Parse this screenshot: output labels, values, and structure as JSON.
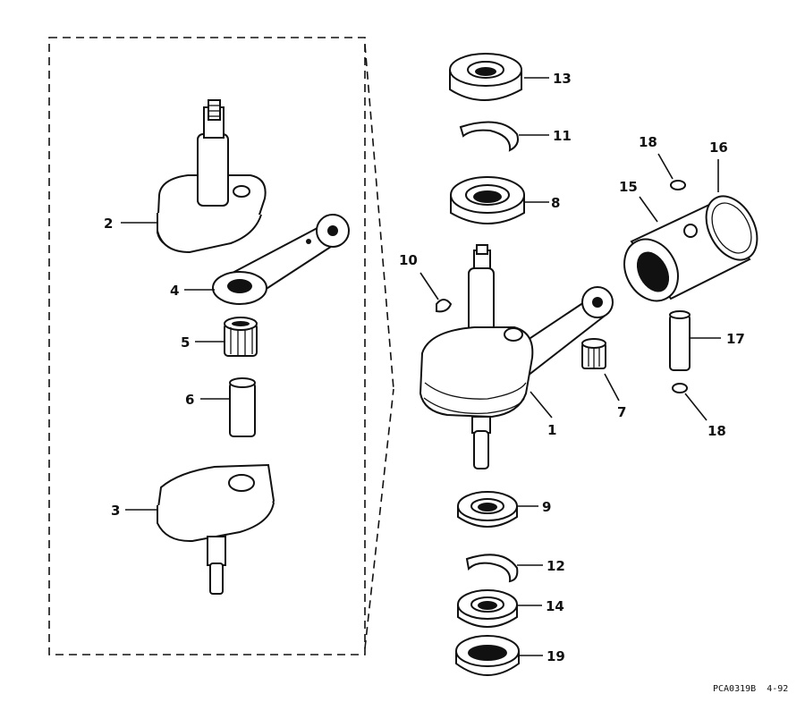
{
  "callouts": {
    "c1": "1",
    "c2": "2",
    "c3": "3",
    "c4": "4",
    "c5": "5",
    "c6": "6",
    "c7": "7",
    "c8": "8",
    "c9": "9",
    "c10": "10",
    "c11": "11",
    "c12": "12",
    "c13": "13",
    "c14": "14",
    "c15": "15",
    "c16": "16",
    "c17": "17",
    "c18a": "18",
    "c18b": "18",
    "c19": "19"
  },
  "figure_code": "PCA0319B  4-92"
}
